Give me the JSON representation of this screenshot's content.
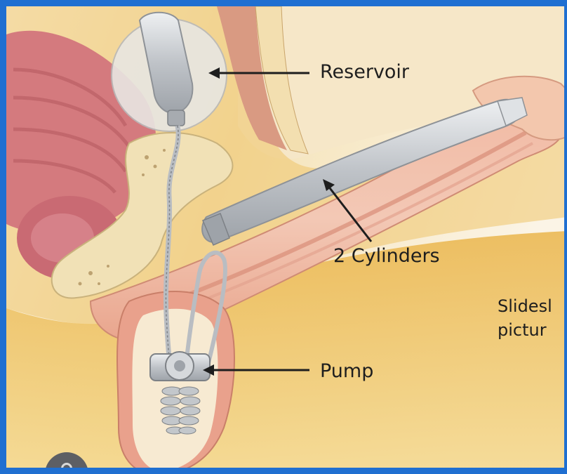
{
  "labels": {
    "reservoir": "Reservoir",
    "cylinders": "2 Cylinders",
    "pump": "Pump"
  },
  "watermark_text": "Slidesl\npictur",
  "colors": {
    "frame_border": "#1f6fd1",
    "background_cream": "#f7f1e6",
    "background_yellow": "#efc35a",
    "tissue_pink": "#e6a08f",
    "muscle_red": "#d06f73",
    "bone": "#f2e3bf",
    "device_silver": "#c9ccd0",
    "arrow": "#1e1e1e"
  },
  "icons": [
    "corner-circle-icon"
  ]
}
